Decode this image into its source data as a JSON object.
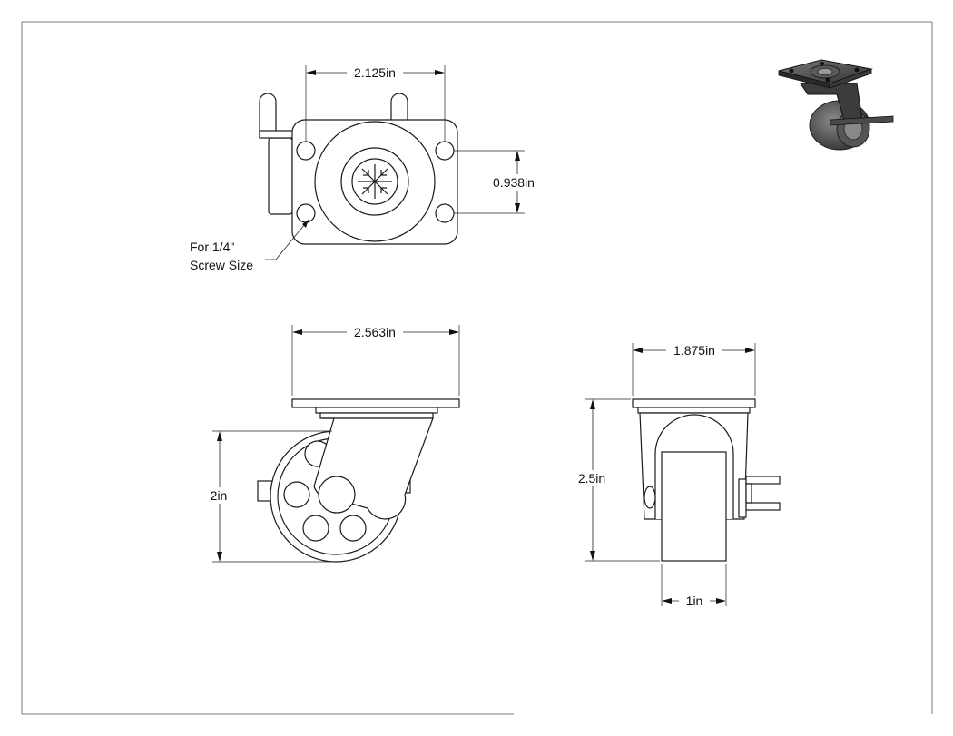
{
  "dimensions": {
    "top_width": "2.125in",
    "top_hole_spacing": "0.938in",
    "front_width": "2.563in",
    "front_height": "2in",
    "side_width": "1.875in",
    "side_height": "2.5in",
    "wheel_width": "1in"
  },
  "notes": {
    "screw_line1": "For 1/4\"",
    "screw_line2": "Screw Size"
  },
  "icons": {
    "iso_view": "caster-isometric-icon"
  }
}
